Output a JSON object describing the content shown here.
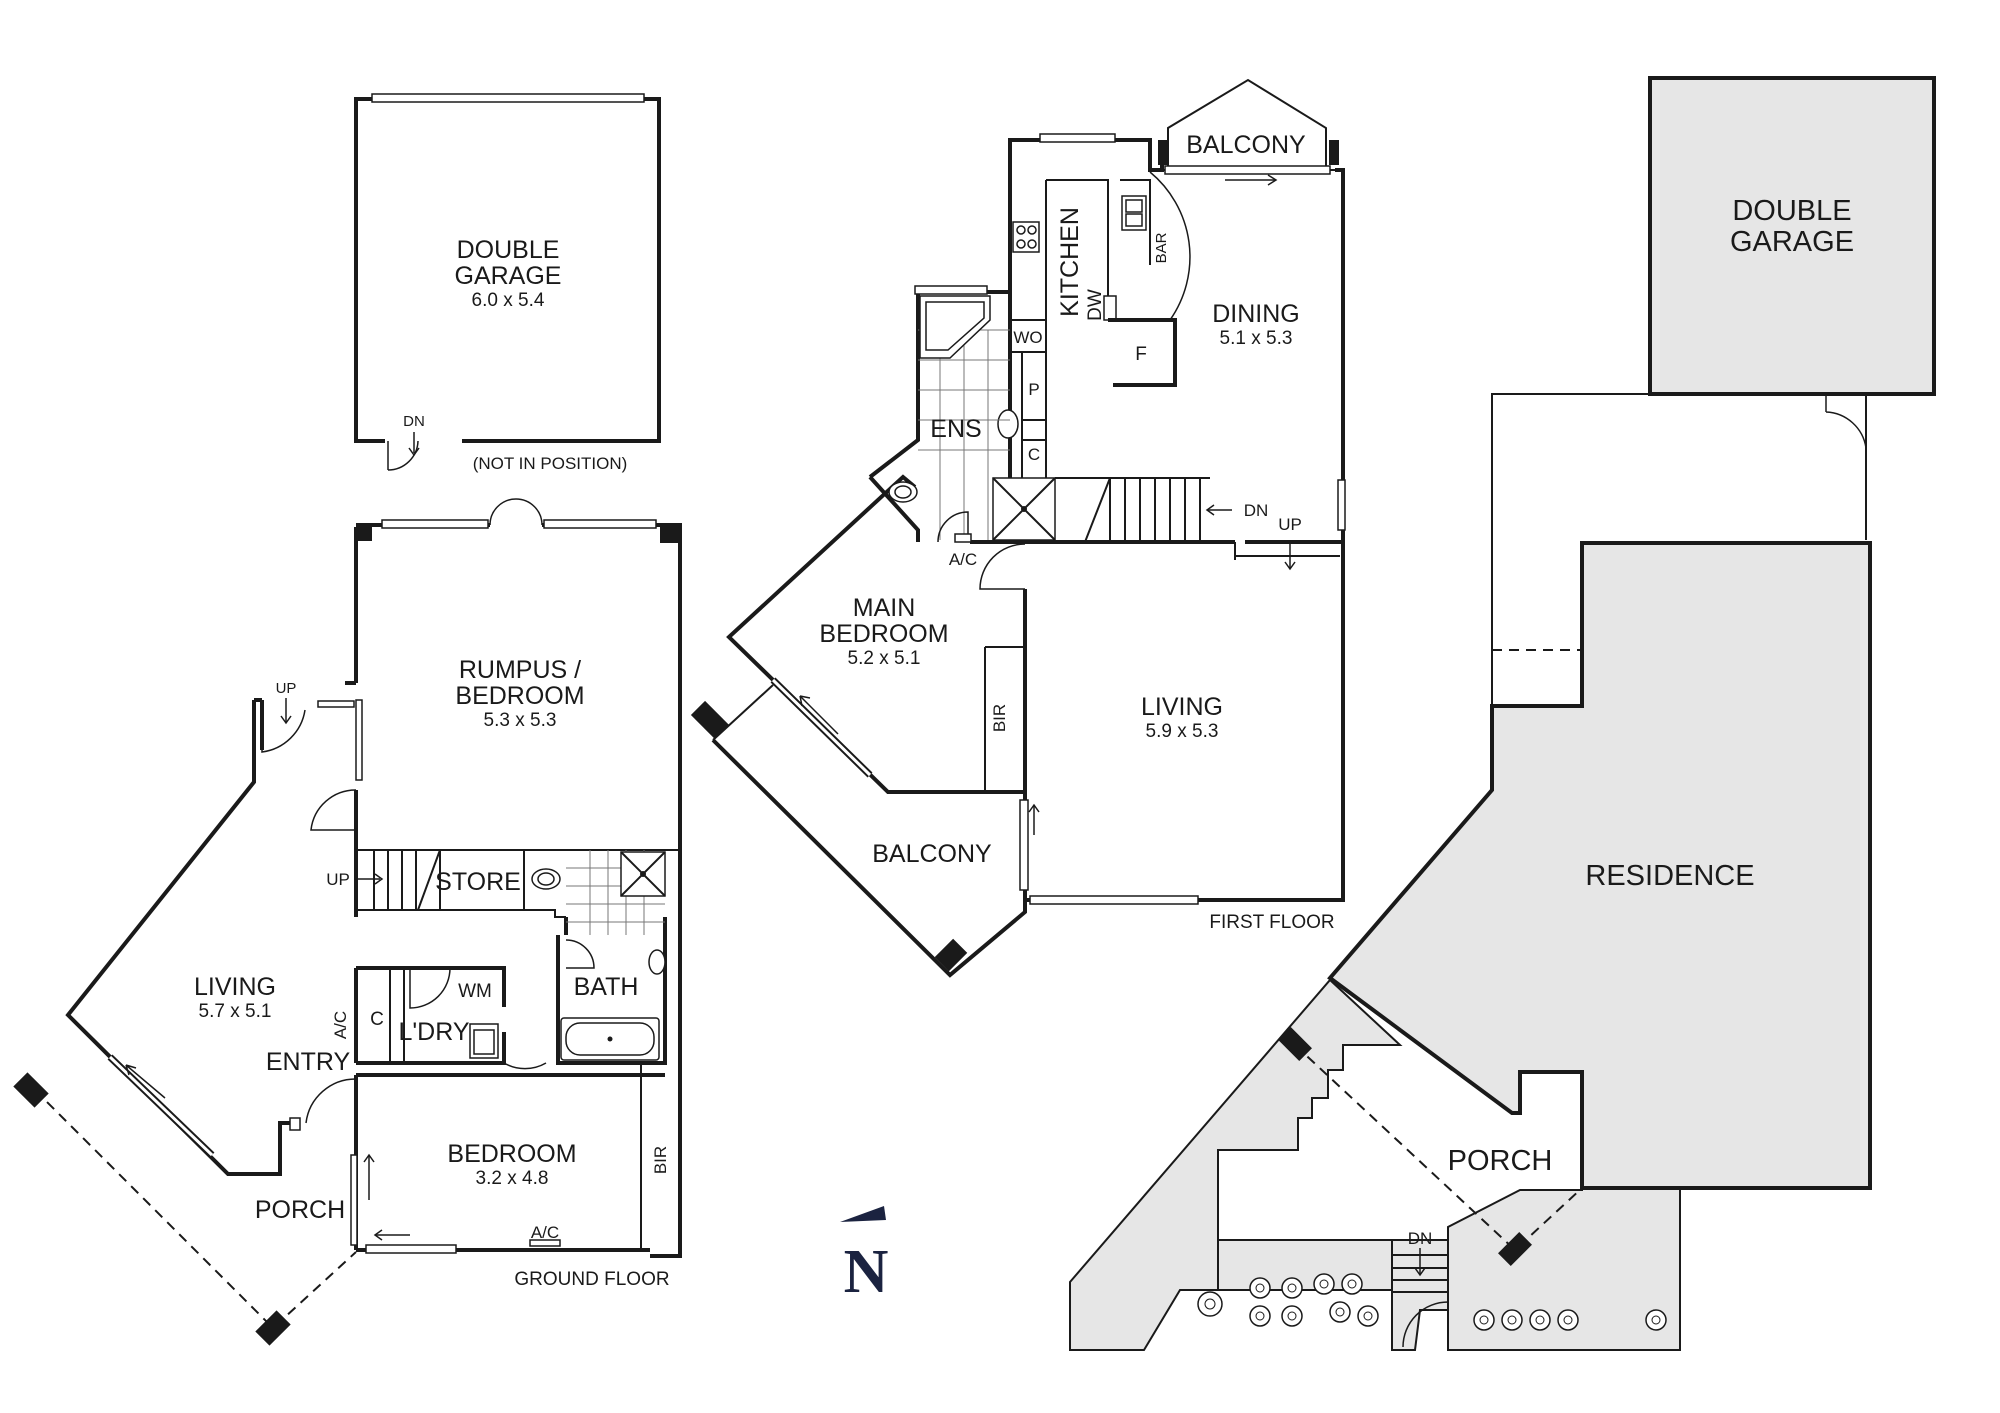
{
  "ground_floor": {
    "label": "GROUND FLOOR",
    "garage": {
      "name_line1": "DOUBLE",
      "name_line2": "GARAGE",
      "dims": "6.0 x 5.4",
      "dn": "DN",
      "note": "(NOT IN POSITION)"
    },
    "rumpus": {
      "name_line1": "RUMPUS /",
      "name_line2": "BEDROOM",
      "dims": "5.3 x 5.3",
      "up": "UP"
    },
    "store": "STORE",
    "stair_up": "UP",
    "living": {
      "name": "LIVING",
      "dims": "5.7 x 5.1"
    },
    "ac_side": "A/C",
    "cupboard": "C",
    "wm": "WM",
    "laundry": "L'DRY",
    "bath": "BATH",
    "entry": "ENTRY",
    "bedroom": {
      "name": "BEDROOM",
      "dims": "3.2 x 4.8"
    },
    "bir": "BIR",
    "porch": "PORCH",
    "ac_bottom": "A/C"
  },
  "first_floor": {
    "label": "FIRST FLOOR",
    "balcony_top": "BALCONY",
    "kitchen": "KITCHEN",
    "dw": "DW",
    "bar": "BAR",
    "wo": "WO",
    "pantry": "P",
    "cupboard": "C",
    "fridge": "F",
    "dining": {
      "name": "DINING",
      "dims": "5.1 x 5.3"
    },
    "ens": "ENS",
    "stair_dn": "DN",
    "stair_up": "UP",
    "ac": "A/C",
    "main_bedroom": {
      "name_line1": "MAIN",
      "name_line2": "BEDROOM",
      "dims": "5.2 x 5.1"
    },
    "bir": "BIR",
    "living": {
      "name": "LIVING",
      "dims": "5.9 x 5.3"
    },
    "balcony_side": "BALCONY"
  },
  "site": {
    "garage_line1": "DOUBLE",
    "garage_line2": "GARAGE",
    "residence": "RESIDENCE",
    "porch": "PORCH",
    "dn": "DN"
  },
  "compass": {
    "label": "N"
  }
}
